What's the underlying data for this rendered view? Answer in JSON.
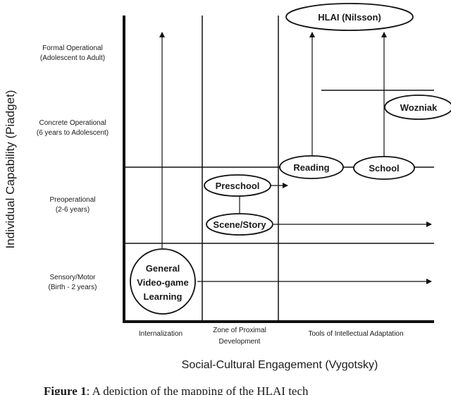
{
  "rows": [
    {
      "id": "formal",
      "line1": "Formal Operational",
      "line2": "(Adolescent to Adult)"
    },
    {
      "id": "concrete",
      "line1": "Concrete Operational",
      "line2": "(6 years to Adolescent)"
    },
    {
      "id": "preoperational",
      "line1": "Preoperational",
      "line2": "(2-6 years)"
    },
    {
      "id": "sensory",
      "line1": "Sensory/Motor",
      "line2": "(Birth - 2 years)"
    }
  ],
  "columns": [
    {
      "id": "internalization",
      "line1": "Internalization",
      "line2": ""
    },
    {
      "id": "zpd",
      "line1": "Zone of Proximal",
      "line2": "Development"
    },
    {
      "id": "tools",
      "line1": "Tools of Intellectual Adaptation",
      "line2": ""
    }
  ],
  "nodes": {
    "general": {
      "line1": "General",
      "line2": "Video-game",
      "line3": "Learning"
    },
    "preschool": "Preschool",
    "scene_story": "Scene/Story",
    "reading": "Reading",
    "school": "School",
    "wozniak": "Wozniak",
    "hlai": "HLAI (Nilsson)"
  },
  "axes": {
    "y_label": "Individual Capability (Piadget)",
    "x_label": "Social-Cultural Engagement (Vygotsky)"
  },
  "caption": {
    "bold": "Figure 1",
    "text": ": A depiction of the mapping of the HLAI tech"
  }
}
